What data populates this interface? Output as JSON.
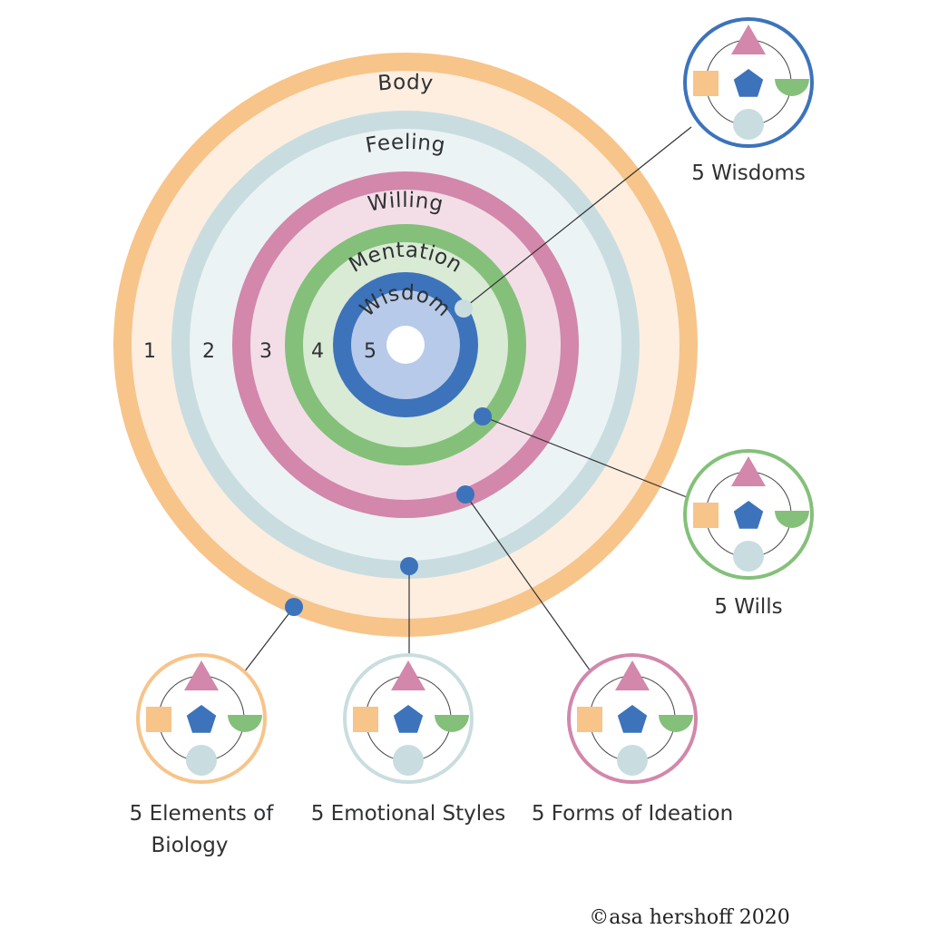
{
  "diagram": {
    "rings": [
      {
        "name": "Body",
        "number": "1",
        "band_color": "#f7c48a",
        "fill_color": "#fdeee0"
      },
      {
        "name": "Feeling",
        "number": "2",
        "band_color": "#c9dde0",
        "fill_color": "#ecf3f5"
      },
      {
        "name": "Willing",
        "number": "3",
        "band_color": "#d287ab",
        "fill_color": "#f3dee8"
      },
      {
        "name": "Mentation",
        "number": "4",
        "band_color": "#84c07a",
        "fill_color": "#d9ead5"
      },
      {
        "name": "Wisdom",
        "number": "5",
        "band_color": "#3c73bb",
        "fill_color": "#b8cae9"
      }
    ],
    "callouts": [
      {
        "caption_line1": "5 Wisdoms",
        "caption_line2": "",
        "border_color": "#3c73bb"
      },
      {
        "caption_line1": "5 Wills",
        "caption_line2": "",
        "border_color": "#84c07a"
      },
      {
        "caption_line1": "5 Elements of",
        "caption_line2": "Biology",
        "border_color": "#f7c48a"
      },
      {
        "caption_line1": "5 Emotional Styles",
        "caption_line2": "",
        "border_color": "#c9dde0"
      },
      {
        "caption_line1": "5 Forms of Ideation",
        "caption_line2": "",
        "border_color": "#d287ab"
      }
    ],
    "symbol_colors": {
      "triangle": "#d287ab",
      "square": "#f7c48a",
      "pentagon": "#3c73bb",
      "half_circle": "#84c07a",
      "circle": "#c9dde0"
    },
    "connector_dot_color": "#3c73bb",
    "copyright": "©asa hershoff 2020"
  }
}
